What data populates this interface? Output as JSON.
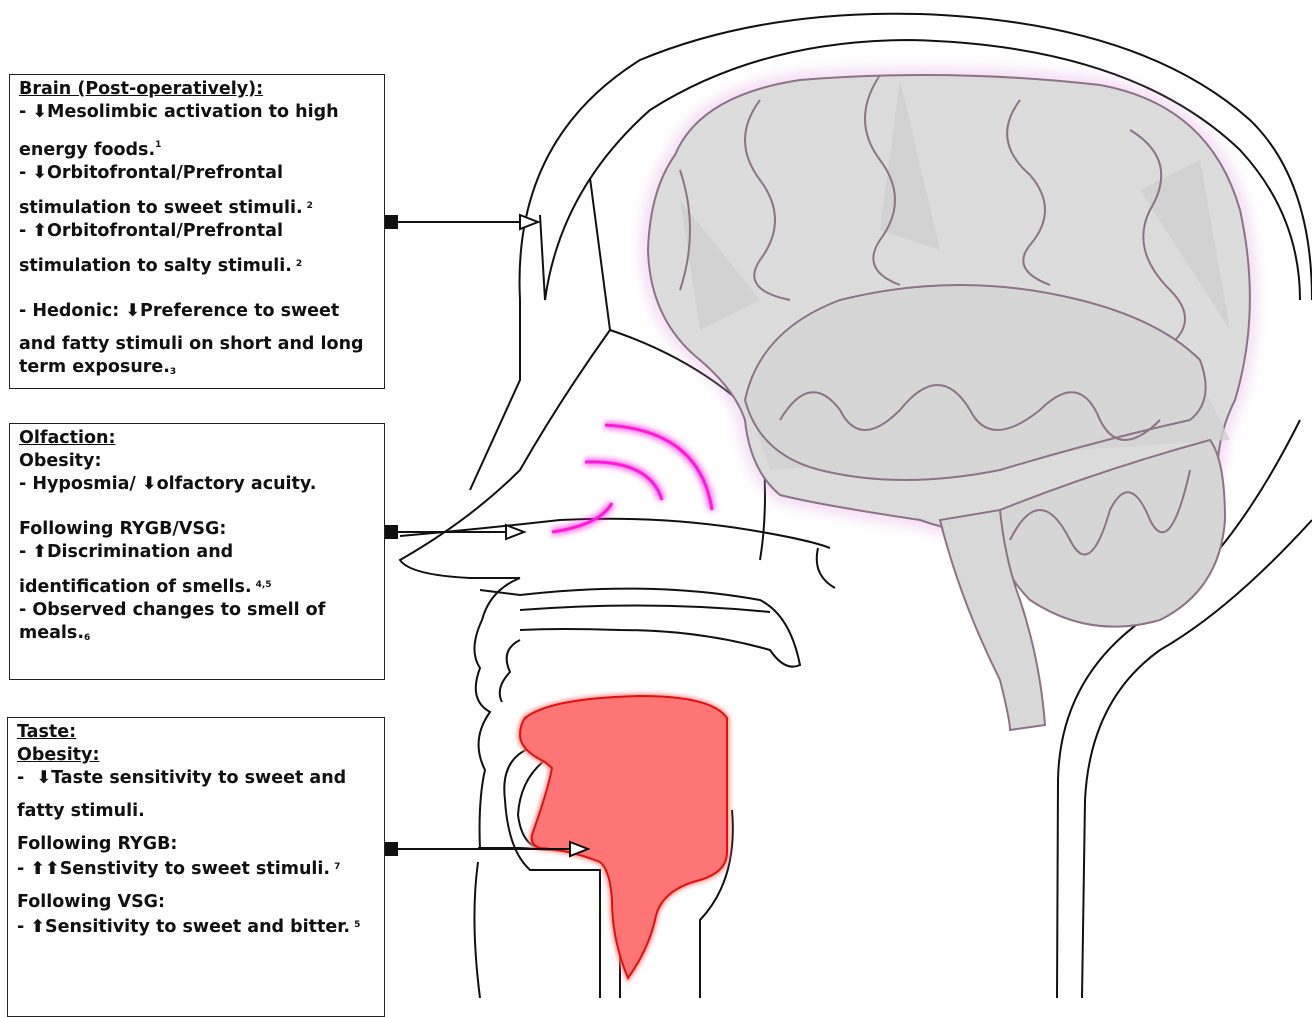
{
  "brain_box": {
    "heading": "Brain (Post-operatively):",
    "line1_prefix": "- ",
    "line1_arrow": "⬇",
    "line1_text": "Mesolimbic activation to high",
    "line2_text": "energy foods.",
    "line2_ref": "1",
    "line3_prefix": "- ",
    "line3_arrow": "⬇",
    "line3_text": "Orbitofrontal/Prefrontal",
    "line4_text": "stimulation to sweet stimuli.",
    "line4_ref": "2",
    "line5_prefix": "- ",
    "line5_arrow": "⬆",
    "line5_text": "Orbitofrontal/Prefrontal",
    "line6_text": "stimulation to salty stimuli.",
    "line6_ref": "2",
    "line7_prefix": "- Hedonic: ",
    "line7_arrow": "⬇",
    "line7_text": "Preference to sweet",
    "line8_text": "and fatty stimuli on short and long",
    "line9_text": "term exposure.",
    "line9_ref": "3"
  },
  "olfaction_box": {
    "heading": "Olfaction:",
    "sub_heading": "Obesity:",
    "line1_prefix": "- Hyposmia/ ",
    "line1_arrow": "⬇",
    "line1_text": "olfactory acuity.",
    "following": "Following RYGB/VSG:",
    "line2_prefix": "- ",
    "line2_arrow": "⬆",
    "line2_text": "Discrimination and",
    "line3_text": "identification of smells.",
    "line3_ref": "4,5",
    "line4_text": "- Observed changes to smell of",
    "line5_text": "meals.",
    "line5_ref": "6"
  },
  "taste_box": {
    "heading": "Taste:",
    "sub_heading": "Obesity:",
    "line1_prefix": "-  ",
    "line1_arrow": "⬇",
    "line1_text": "Taste sensitivity to sweet and",
    "line2_text": "fatty stimuli.",
    "following_rygb": "Following RYGB:",
    "line3_prefix": "- ",
    "line3_arrows": "⬆⬆",
    "line3_text": "Senstivity to sweet stimuli.",
    "line3_ref": "7",
    "following_vsg": "Following VSG:",
    "line4_prefix": "- ",
    "line4_arrow": "⬆",
    "line4_text": "Sensitivity to sweet and bitter.",
    "line4_ref": "5"
  },
  "colors": {
    "outline": "#111111",
    "brain_fill": "#dcdcdc",
    "brain_stroke": "#8e7388",
    "brain_glow": "#e3a8e6",
    "smell_waves": "#ff1ad9",
    "tongue_fill": "#ff7474",
    "tongue_stroke": "#e01010"
  },
  "icons": [
    "down-arrow-icon",
    "up-arrow-icon",
    "connector-arrow-icon"
  ]
}
